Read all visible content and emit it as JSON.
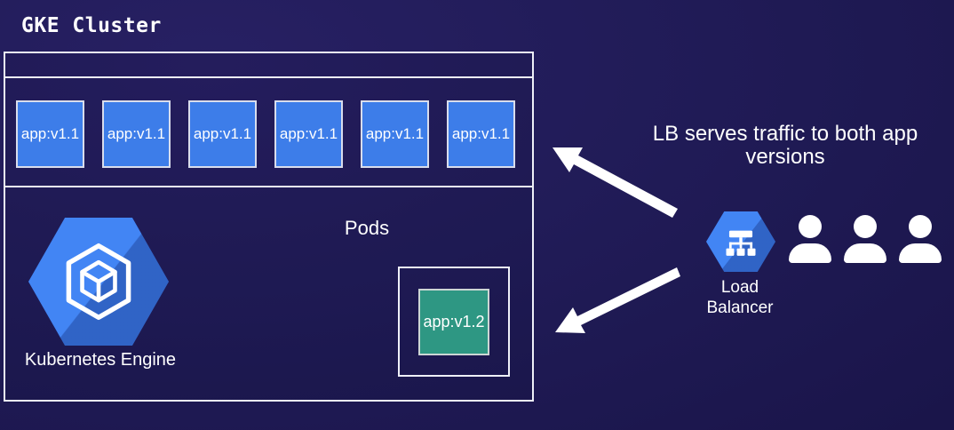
{
  "title": "GKE Cluster",
  "cluster": {
    "pods_row": {
      "items": [
        "app:v1.1",
        "app:v1.1",
        "app:v1.1",
        "app:v1.1",
        "app:v1.1",
        "app:v1.1"
      ]
    },
    "pods_label": "Pods",
    "kubernetes_engine": {
      "label": "Kubernetes Engine",
      "icon": "gke-hexagon-cube-icon"
    },
    "canary_pod": {
      "label": "app:v1.2"
    }
  },
  "annotation": {
    "text": "LB serves traffic to both app versions"
  },
  "load_balancer": {
    "label": "Load Balancer",
    "icon": "load-balancer-hexagon-icon"
  },
  "users": {
    "icon": "user-icon",
    "count": 3
  },
  "colors": {
    "background": "#1f1a54",
    "app_v1_blue": "#3d7de9",
    "app_v2_green": "#2e9783",
    "gcp_blue": "#4285f4",
    "outline": "#eef0f8"
  }
}
